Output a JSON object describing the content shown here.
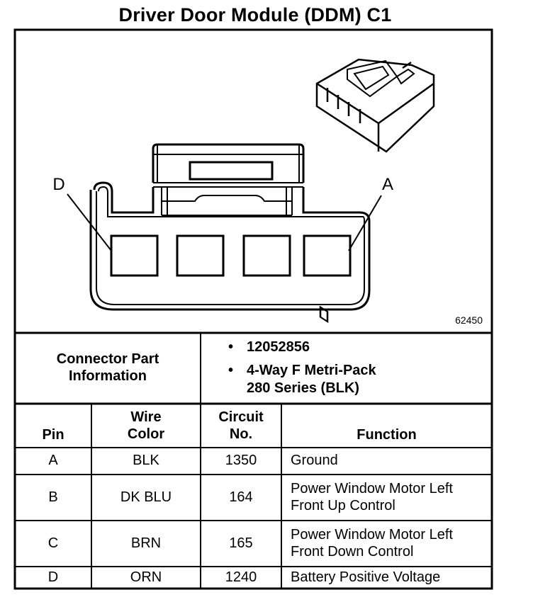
{
  "title": "Driver Door Module (DDM) C1",
  "figure_number": "62450",
  "pin_labels": {
    "left": "D",
    "right": "A"
  },
  "connector_info": {
    "label": "Connector Part Information",
    "bullets": [
      {
        "lines": [
          "12052856"
        ]
      },
      {
        "lines": [
          "4-Way F Metri-Pack",
          "280 Series (BLK)"
        ]
      }
    ]
  },
  "table": {
    "headers": {
      "pin": "Pin",
      "wire_color": "Wire Color",
      "circuit_no": "Circuit No.",
      "function": "Function"
    },
    "rows": [
      {
        "pin": "A",
        "wire_color": "BLK",
        "circuit": "1350",
        "function": "Ground"
      },
      {
        "pin": "B",
        "wire_color": "DK BLU",
        "circuit": "164",
        "function": "Power Window Motor Left Front Up Control"
      },
      {
        "pin": "C",
        "wire_color": "BRN",
        "circuit": "165",
        "function": "Power Window Motor Left Front Down Control"
      },
      {
        "pin": "D",
        "wire_color": "ORN",
        "circuit": "1240",
        "function": "Battery Positive Voltage"
      }
    ]
  }
}
